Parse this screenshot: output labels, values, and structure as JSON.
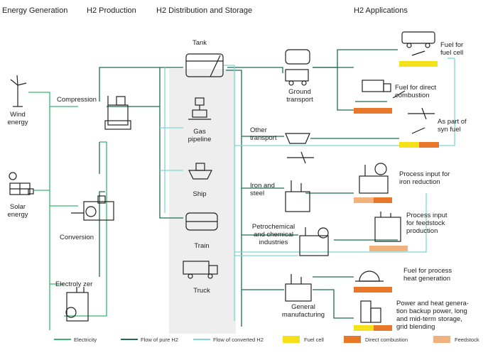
{
  "headers": {
    "generation": "Energy Generation",
    "production": "H2 Production",
    "distribution": "H2 Distribution and Storage",
    "applications": "H2 Applications"
  },
  "generation": {
    "wind": "Wind\nenergy",
    "solar": "Solar\nenergy"
  },
  "production": {
    "compression": "Compression",
    "conversion": "Conversion",
    "electrolyzer": "Electroly zer"
  },
  "distribution": {
    "tank": "Tank",
    "pipeline": "Gas\npipeline",
    "ship": "Ship",
    "train": "Train",
    "truck": "Truck"
  },
  "sectors": {
    "ground": "Ground\ntransport",
    "other": "Other\ntransport",
    "iron": "Iron and\nsteel",
    "petro": "Petrochemical\nand chemical\nindustries",
    "general": "General\nmanufacturing"
  },
  "applications": {
    "fuel_cell": "Fuel for\nfuel cell",
    "direct": "Fuel for direct\ncombustion",
    "synfuel": "As part of\nsyn fuel",
    "iron_red": "Process input for\niron reduction",
    "feedstock": "Process input\nfor feedstock\nproduction",
    "heat": "Fuel for process\nheat generation",
    "power": "Power and heat genera-\ntion backup power, long\nand mid-term storage,\ngrid blending"
  },
  "legend": {
    "electricity": "Electricity",
    "pure": "Flow of pure H2",
    "converted": "Flow of converted H2",
    "fuel_cell": "Fuel cell",
    "direct": "Direct combustion",
    "feedstock": "Feedstock"
  },
  "colors": {
    "electricity": "#3cb371",
    "pure_h2": "#1f6b4f",
    "converted_h2": "#7fd8d2",
    "fuel_cell": "#f5e11a",
    "direct_combustion": "#e8772a",
    "feedstock": "#f2b27d",
    "storage_panel": "#eeeeee"
  }
}
